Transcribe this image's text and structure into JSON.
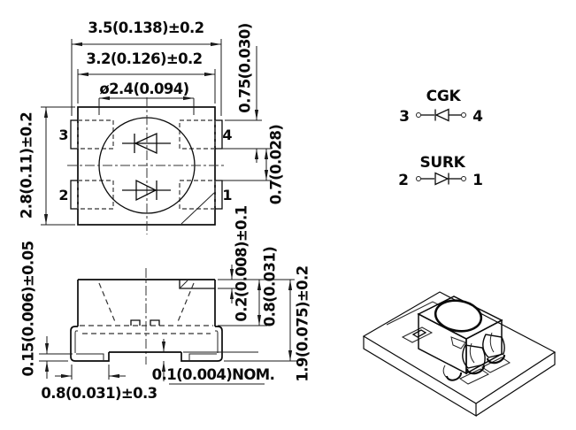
{
  "top_view": {
    "dims": {
      "outer_width": "3.5(0.138)±0.2",
      "body_width": "3.2(0.126)±0.2",
      "lens_diameter": "ø2.4(0.094)",
      "body_height": "2.8(0.11)±0.2",
      "pad_height": "0.75(0.030)",
      "pad_gap": "0.7(0.028)"
    },
    "pin_labels": {
      "top_left": "3",
      "top_right": "4",
      "bottom_left": "2",
      "bottom_right": "1"
    }
  },
  "side_view": {
    "dims": {
      "step_depth": "0.2(0.008)±0.1",
      "body_to_lead": "0.8(0.031)",
      "total_height": "1.9(0.075)±0.2",
      "lead_thickness": "0.15(0.006)±0.05",
      "foot_length": "0.8(0.031)±0.3",
      "standoff": "0.1(0.004)NOM."
    }
  },
  "circuits": [
    {
      "label": "CGK",
      "left_pin": "3",
      "right_pin": "4",
      "cathode_side": "left"
    },
    {
      "label": "SURK",
      "left_pin": "2",
      "right_pin": "1",
      "cathode_side": "right"
    }
  ],
  "colors": {
    "line": "#0a0a0a",
    "background": "#ffffff"
  }
}
